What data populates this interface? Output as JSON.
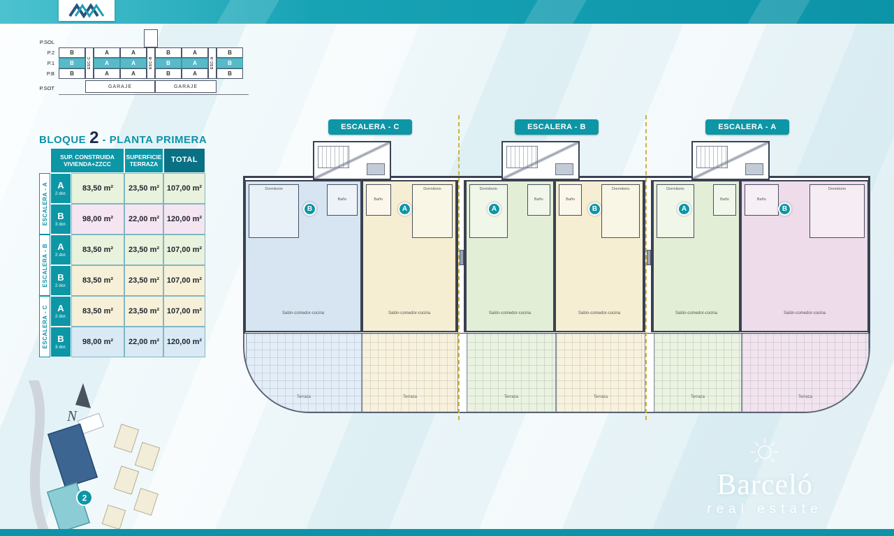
{
  "section_diagram": {
    "floor_labels": [
      "P.SOL",
      "P.2",
      "P.1",
      "P.B",
      "P.SOT"
    ],
    "esc_labels": [
      "ESC-C",
      "ESC-B",
      "ESC-A"
    ],
    "p2": [
      "B",
      "A",
      "A",
      "B",
      "A",
      "B"
    ],
    "p1": [
      "B",
      "A",
      "A",
      "B",
      "A",
      "B"
    ],
    "pb": [
      "B",
      "A",
      "A",
      "B",
      "A",
      "B"
    ],
    "garage": "GARAJE"
  },
  "panel": {
    "title_prefix": "BLOQUE",
    "title_number": "2",
    "title_suffix": "- PLANTA PRIMERA",
    "table": {
      "header": {
        "col1_line1": "SUP. CONSTRUIDA",
        "col1_line2": "VIVIENDA+ZZCC",
        "col2_line1": "SUPERFICIE",
        "col2_line2": "TERRAZA",
        "col3": "TOTAL"
      },
      "groups": [
        {
          "label": "ESCALERA - A"
        },
        {
          "label": "ESCALERA - B"
        },
        {
          "label": "ESCALERA - C"
        }
      ],
      "rows": [
        {
          "type": "A",
          "dor": "2 dor.",
          "built": "83,50 m²",
          "terrace": "23,50 m²",
          "total": "107,00 m²"
        },
        {
          "type": "B",
          "dor": "3 dor.",
          "built": "98,00 m²",
          "terrace": "22,00 m²",
          "total": "120,00 m²"
        },
        {
          "type": "A",
          "dor": "2 dor.",
          "built": "83,50 m²",
          "terrace": "23,50 m²",
          "total": "107,00 m²"
        },
        {
          "type": "B",
          "dor": "2 dor.",
          "built": "83,50 m²",
          "terrace": "23,50 m²",
          "total": "107,00 m²"
        },
        {
          "type": "A",
          "dor": "2 dor.",
          "built": "83,50 m²",
          "terrace": "23,50 m²",
          "total": "107,00 m²"
        },
        {
          "type": "B",
          "dor": "3 dor.",
          "built": "98,00 m²",
          "terrace": "22,00 m²",
          "total": "120,00 m²"
        }
      ]
    }
  },
  "floorplan": {
    "sections": [
      {
        "label": "ESCALERA - C"
      },
      {
        "label": "ESCALERA - B"
      },
      {
        "label": "ESCALERA - A"
      }
    ],
    "markers": [
      "B",
      "A",
      "A",
      "B",
      "A",
      "B"
    ],
    "room_labels": {
      "living": "Salón-comedor-cocina",
      "bed": "Dormitorio",
      "bath": "Baño",
      "terrace": "Terraza"
    }
  },
  "site_map": {
    "north_label": "N",
    "block_badge": "2"
  },
  "watermark": {
    "brand": "Barceló",
    "tagline": "real estate"
  }
}
